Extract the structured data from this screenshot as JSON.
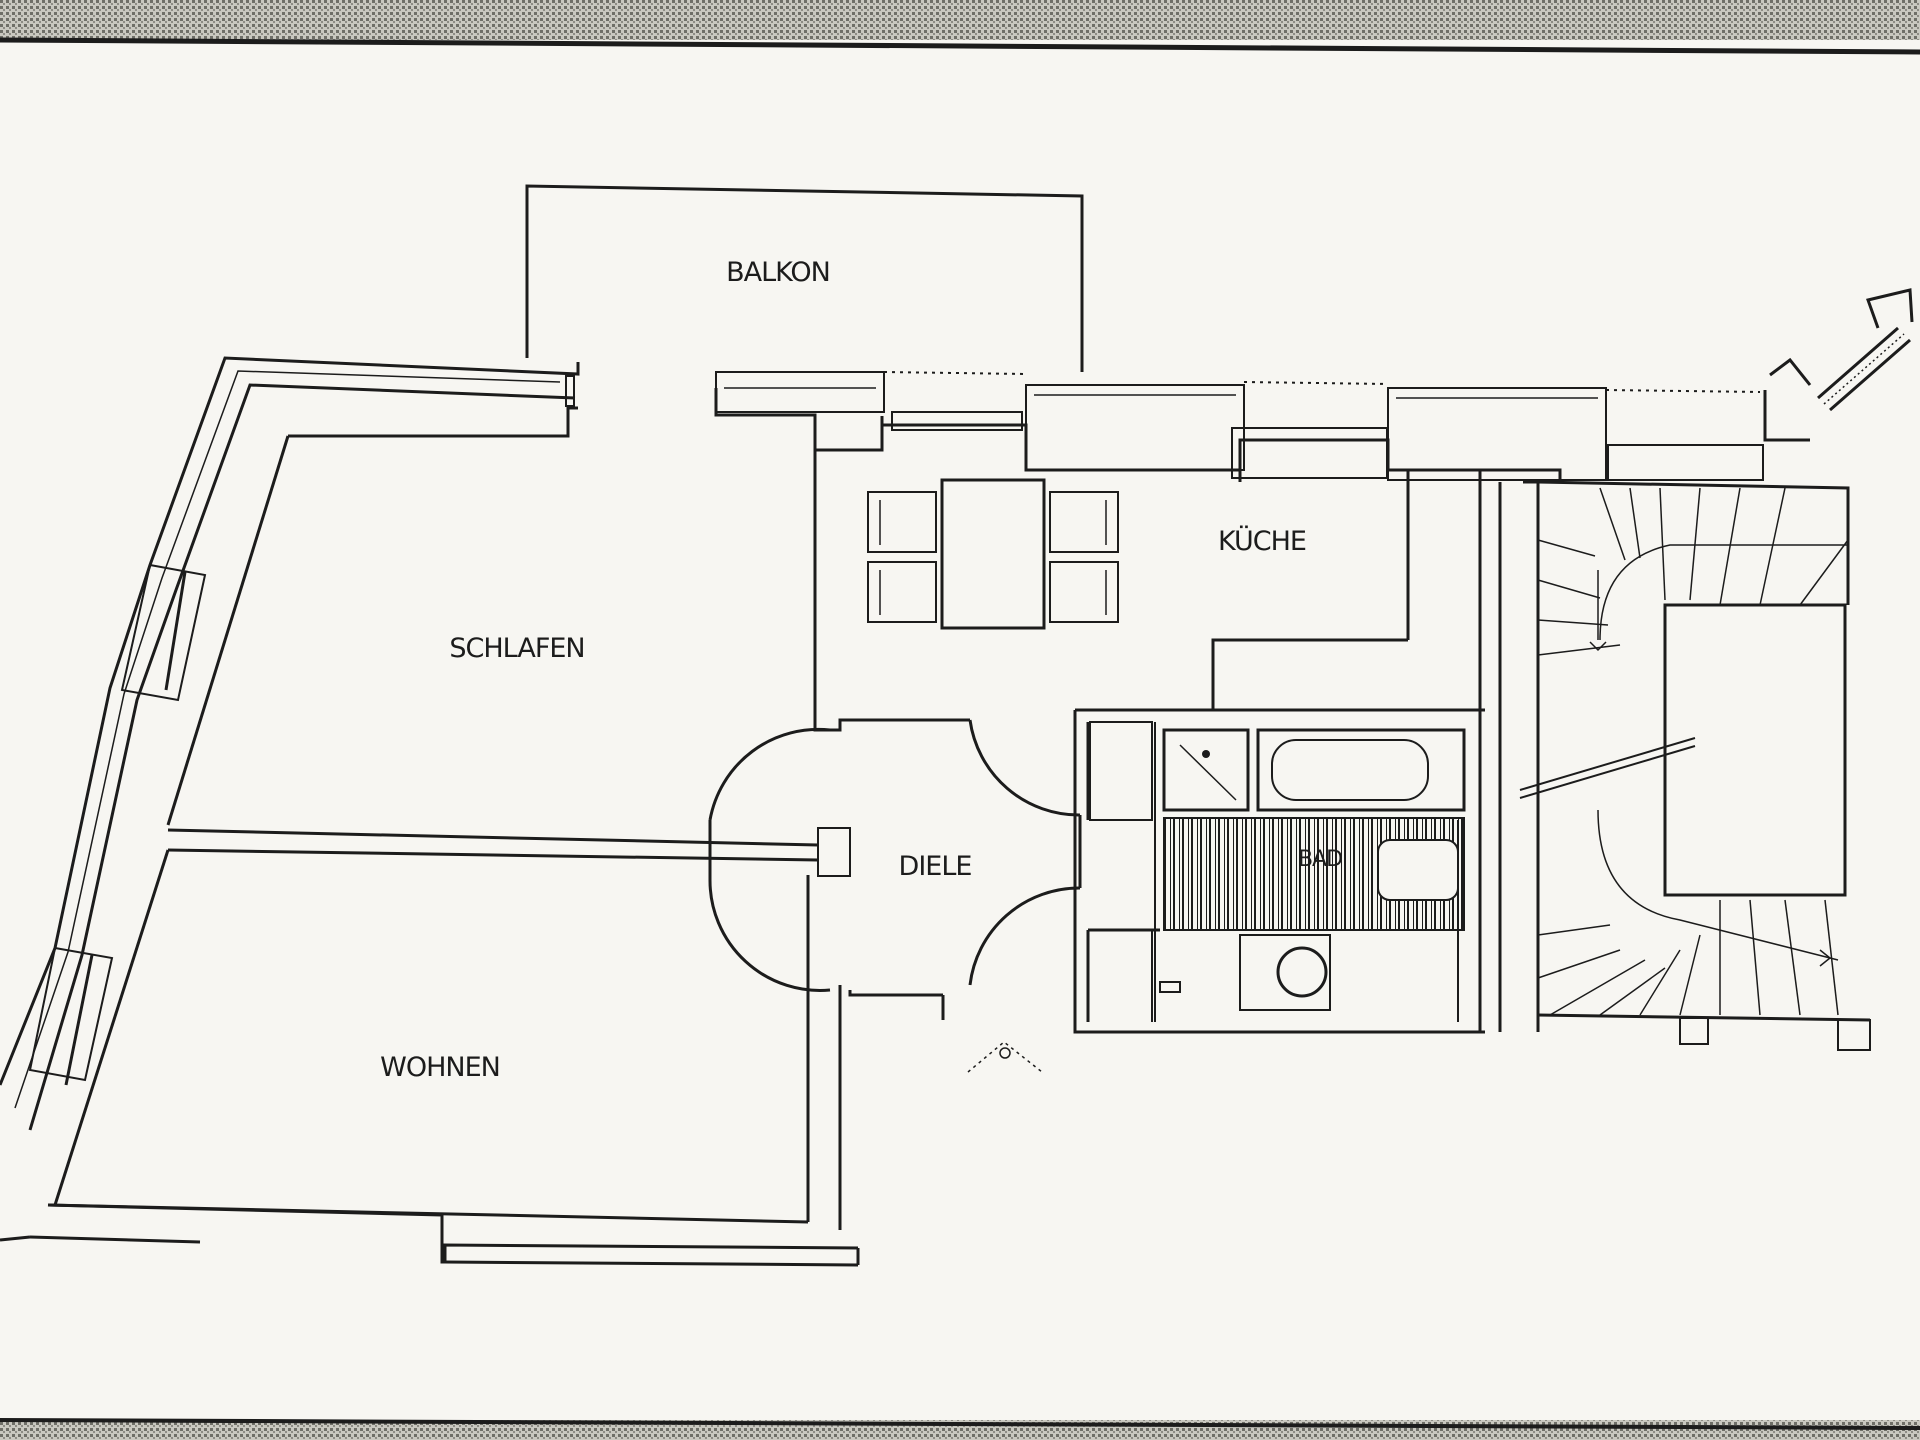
{
  "rooms": {
    "balkon": "BALKON",
    "kueche": "KÜCHE",
    "schlafen": "SCHLAFEN",
    "diele": "DIELE",
    "bad": "BAD",
    "wohnen": "WOHNEN"
  },
  "colors": {
    "ink": "#1c1c1c",
    "paper": "#f7f6f2",
    "scan_border": "#9b9b93"
  }
}
